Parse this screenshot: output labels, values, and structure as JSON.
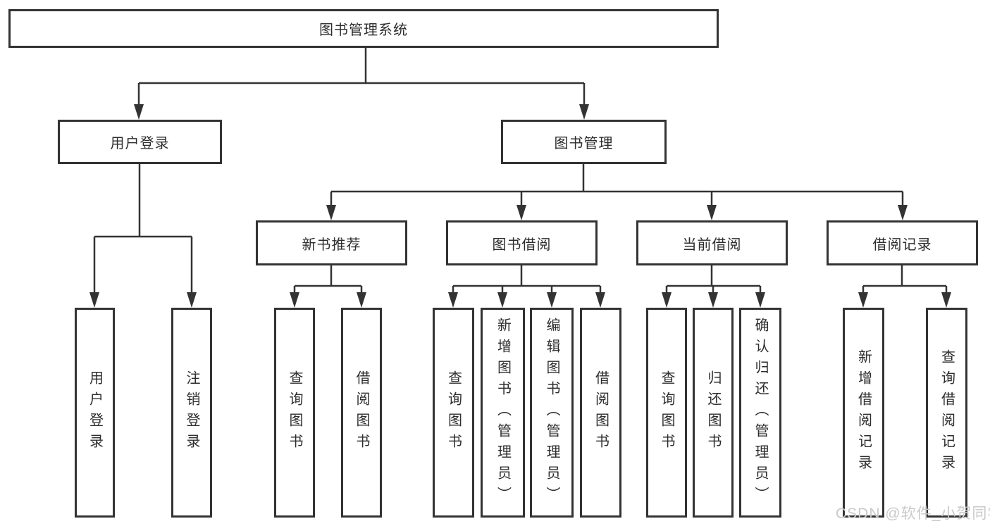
{
  "page": {
    "background_color": "#ffffff",
    "line_color": "#333333",
    "text_color": "#2d2d2d"
  },
  "watermark": {
    "text": "CSDN @软件_小贺同学",
    "color": "#c9c9c9"
  },
  "tree": {
    "root": {
      "label": "图书管理系统"
    },
    "branches": [
      {
        "label": "用户登录",
        "leaves": [
          {
            "label": "用户登录"
          },
          {
            "label": "注销登录"
          }
        ]
      },
      {
        "label": "图书管理",
        "groups": [
          {
            "label": "新书推荐",
            "leaves": [
              {
                "label": "查询图书"
              },
              {
                "label": "借阅图书"
              }
            ]
          },
          {
            "label": "图书借阅",
            "leaves": [
              {
                "label": "查询图书"
              },
              {
                "label": "新增图书（管理员）"
              },
              {
                "label": "编辑图书（管理员）"
              },
              {
                "label": "借阅图书"
              }
            ]
          },
          {
            "label": "当前借阅",
            "leaves": [
              {
                "label": "查询图书"
              },
              {
                "label": "归还图书"
              },
              {
                "label": "确认归还（管理员）"
              }
            ]
          },
          {
            "label": "借阅记录",
            "leaves": [
              {
                "label": "新增借阅记录"
              },
              {
                "label": "查询借阅记录"
              }
            ]
          }
        ]
      }
    ]
  }
}
